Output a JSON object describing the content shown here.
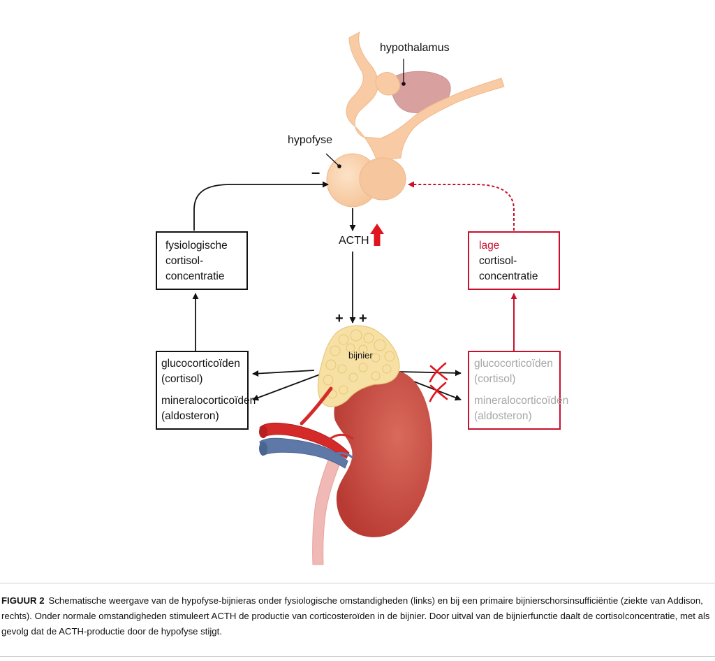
{
  "labels": {
    "hypothalamus": "hypothalamus",
    "hypofyse": "hypofyse",
    "acth": "ACTH",
    "bijnier": "bijnier",
    "minus": "–",
    "plus_left": "+",
    "plus_right": "+"
  },
  "boxes": {
    "fysiologisch": {
      "lines": [
        "fysiologische",
        "cortisol-",
        "concentratie"
      ]
    },
    "lage": {
      "line1": "lage",
      "line2": "cortisol-",
      "line3": "concentratie"
    },
    "hormones_left": {
      "gluco1": "glucocorticoïden",
      "gluco2": "(cortisol)",
      "mineralo1": "mineralocorticoïden",
      "mineralo2": "(aldosteron)"
    },
    "hormones_right": {
      "gluco1": "glucocorticoïden",
      "gluco2": "(cortisol)",
      "mineralo1": "mineralocorticoïden",
      "mineralo2": "(aldosteron)"
    }
  },
  "caption": {
    "label": "FIGUUR 2",
    "text": "Schematische weergave van de hypofyse-bijnieras onder fysiologische omstandigheden (links) en bij een primaire bijnierschorsinsufficiëntie (ziekte van Addison, rechts). Onder normale omstandigheden stimuleert ACTH de productie van corticosteroïden in de bijnier. Door uitval van de bijnierfunctie daalt de cortisolconcentratie, met als gevolg dat de ACTH-productie door de hypofyse stijgt."
  },
  "colors": {
    "black": "#111111",
    "red": "#c8102e",
    "grey_text": "#a6a6a6",
    "pituitary": "#f8cba4",
    "hypothalamus": "#d9a0a0",
    "adrenal": "#f7e0a3",
    "kidney": "#c4453d",
    "artery": "#d42a2a",
    "vein": "#5e79a8",
    "ureter": "#f1b9b6"
  },
  "icons": {
    "x_mark": "red-x-icon",
    "up_arrow": "red-up-arrow-icon"
  }
}
